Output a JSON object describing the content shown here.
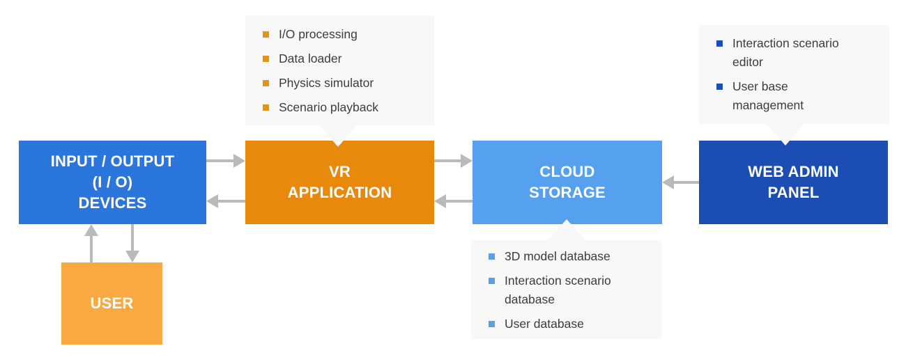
{
  "diagram": {
    "nodes": {
      "io": {
        "label": "INPUT / OUTPUT\n(I / O)\nDEVICES",
        "color": "#2B76DC"
      },
      "vr": {
        "label": "VR\nAPPLICATION",
        "color": "#E8890B"
      },
      "cloud": {
        "label": "CLOUD\nSTORAGE",
        "color": "#56A1EF"
      },
      "admin": {
        "label": "WEB ADMIN\nPANEL",
        "color": "#1B4DB2"
      },
      "user": {
        "label": "USER",
        "color": "#F9A941"
      }
    },
    "callouts": {
      "vr": {
        "bullet_color": "#E8930F",
        "items": [
          "I/O processing",
          "Data loader",
          "Physics simulator",
          "Scenario playback"
        ]
      },
      "admin": {
        "bullet_color": "#1B4DB2",
        "items": [
          "Interaction scenario\neditor",
          "User base\nmanagement"
        ]
      },
      "cloud": {
        "bullet_color": "#56A1EF",
        "items": [
          "3D model database",
          "Interaction scenario\ndatabase",
          "User database"
        ]
      }
    },
    "colors": {
      "arrow": "#B9BABC",
      "callout_bg": "#F8F8F8",
      "callout_text": "#3C3C3C",
      "node_text": "#FFFFFF"
    }
  }
}
